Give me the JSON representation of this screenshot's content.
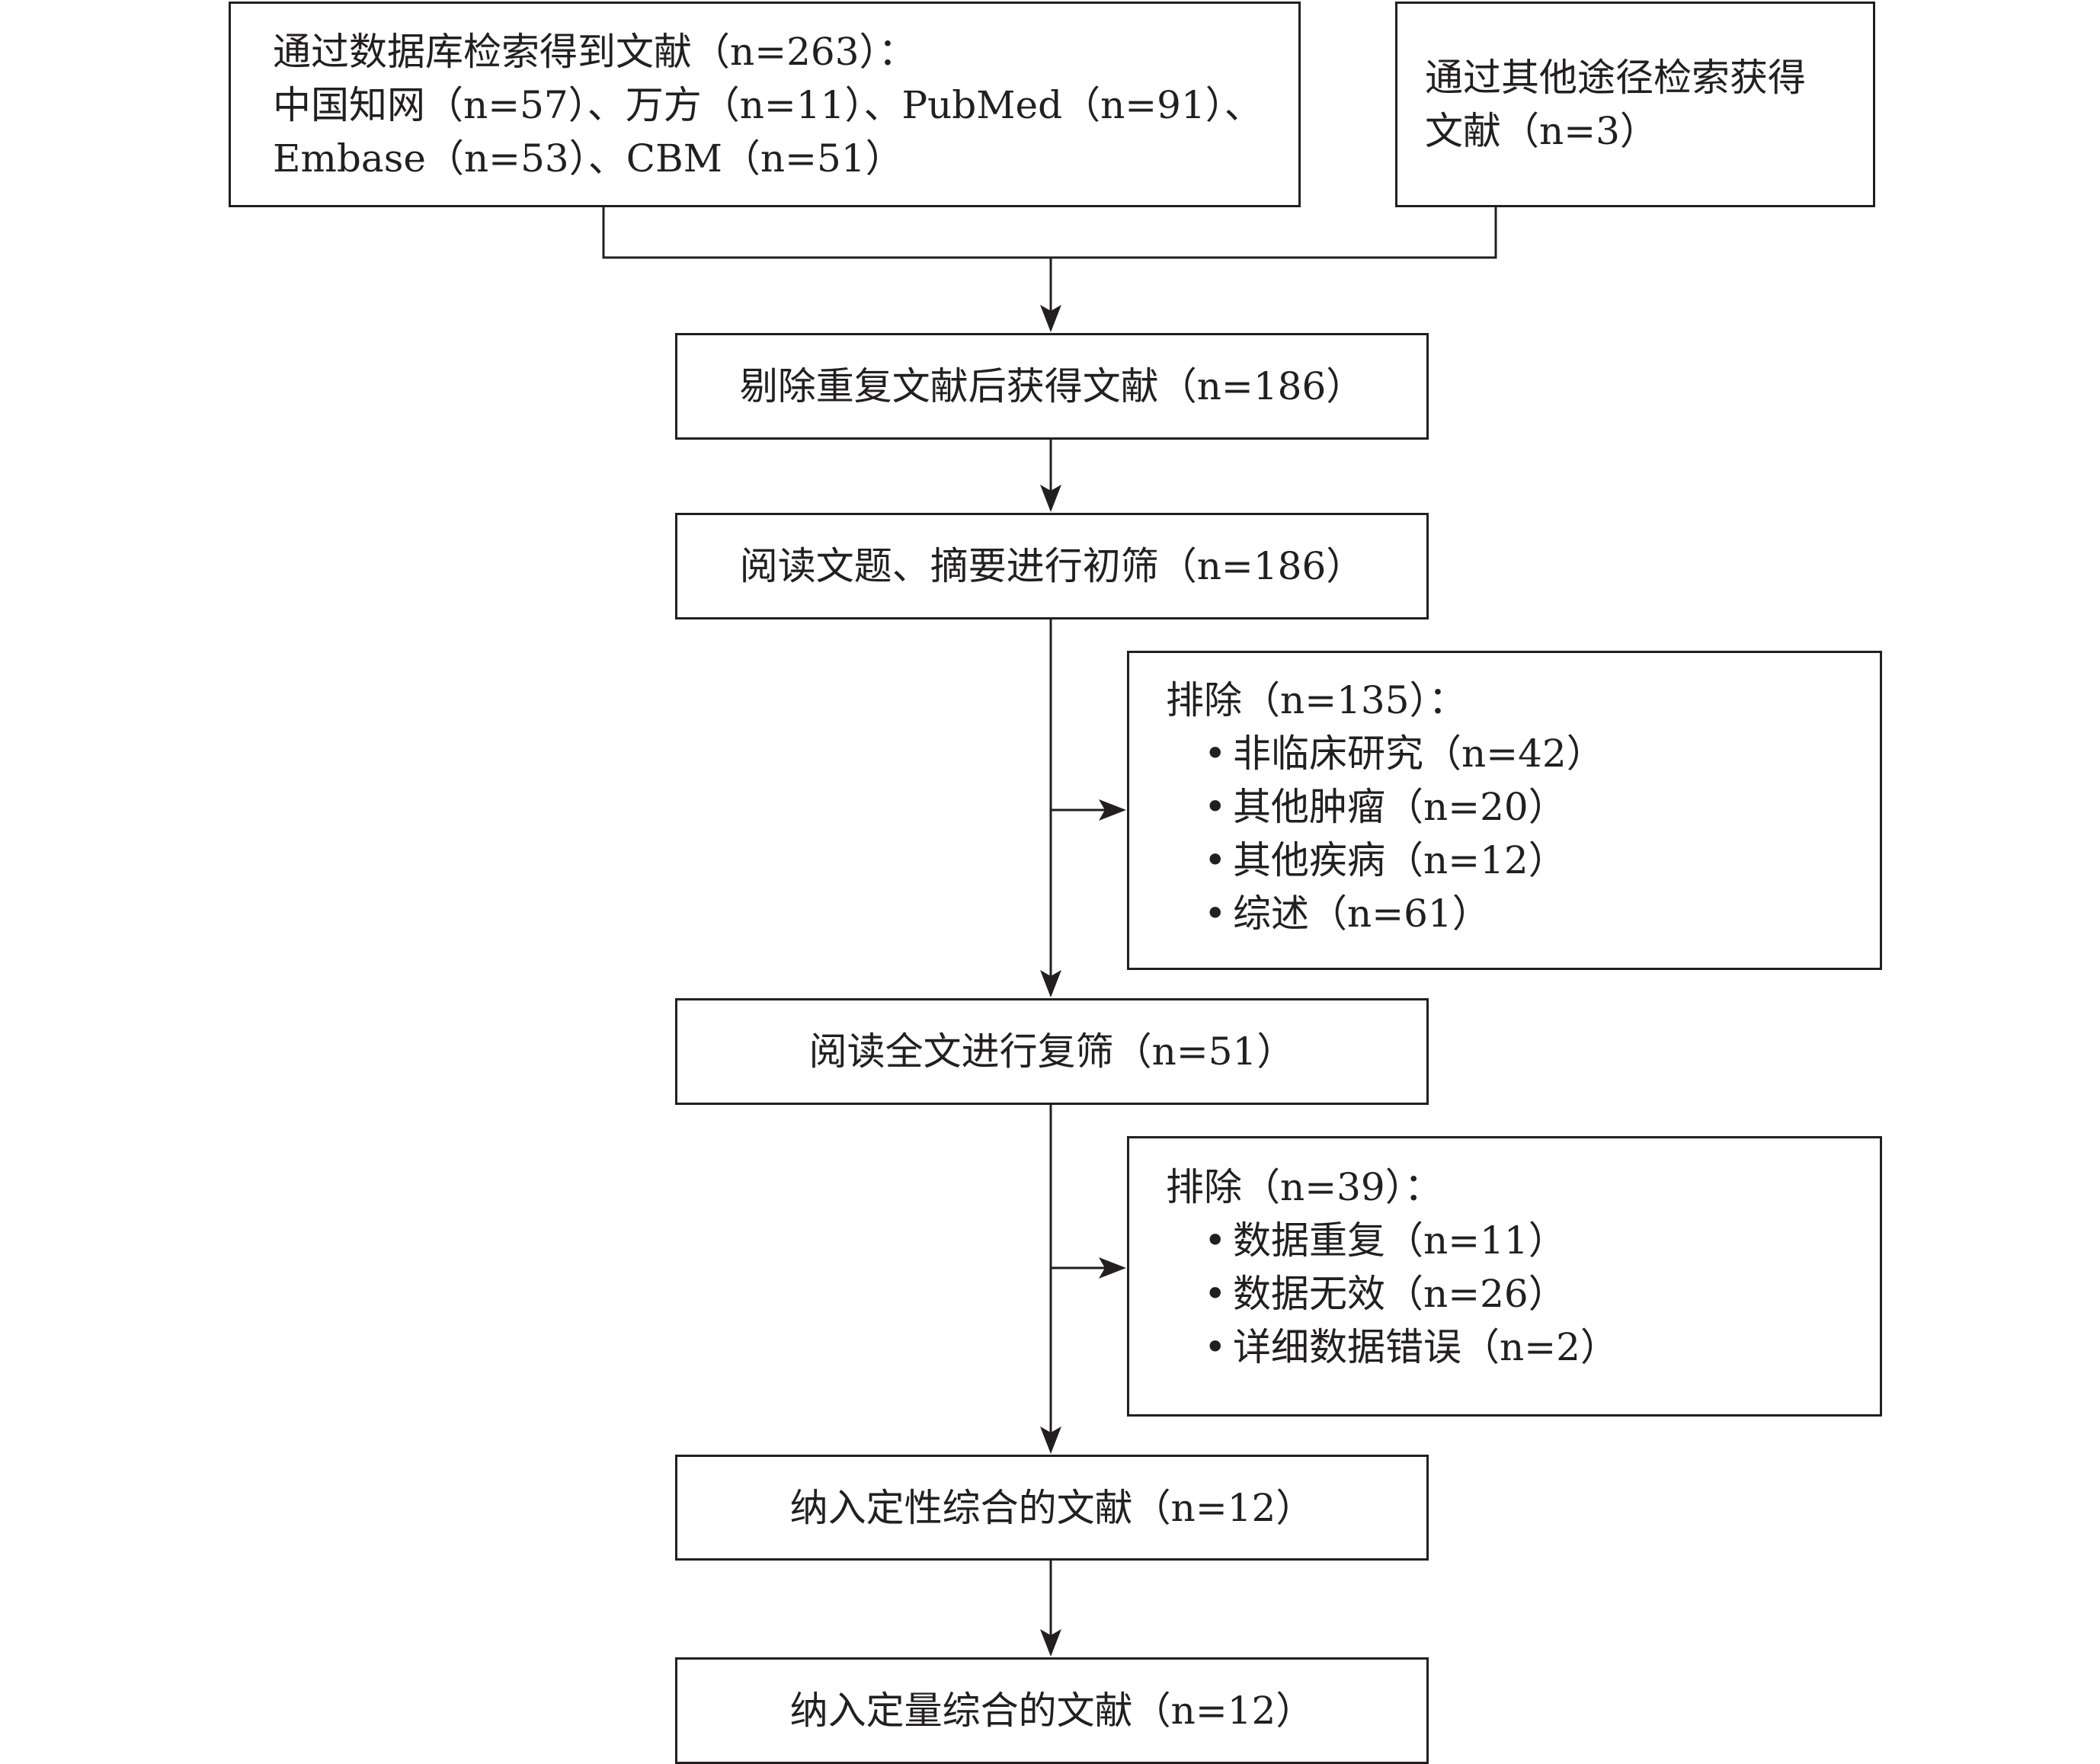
{
  "boxes": {
    "database_search": {
      "lines": [
        "通过数据库检索得到文献（n=263）：",
        "中国知网（n=57）、万方（n=11）、PubMed（n=91）、",
        "Embase（n=53）、CBM（n=51）"
      ]
    },
    "other_search": {
      "lines": [
        "通过其他途径检索获得",
        "文献（n=3）"
      ]
    },
    "after_dedup": "剔除重复文献后获得文献（n=186）",
    "initial_screen": "阅读文题、摘要进行初筛（n=186）",
    "exclusion_1": {
      "title": "排除（n=135）：",
      "items": [
        "非临床研究（n=42）",
        "其他肿瘤（n=20）",
        "其他疾病（n=12）",
        "综述（n=61）"
      ]
    },
    "full_text_screen": "阅读全文进行复筛（n=51）",
    "exclusion_2": {
      "title": "排除（n=39）：",
      "items": [
        "数据重复（n=11）",
        "数据无效（n=26）",
        "详细数据错误（n=2）"
      ]
    },
    "qualitative": "纳入定性综合的文献（n=12）",
    "quantitative": "纳入定量综合的文献（n=12）"
  }
}
